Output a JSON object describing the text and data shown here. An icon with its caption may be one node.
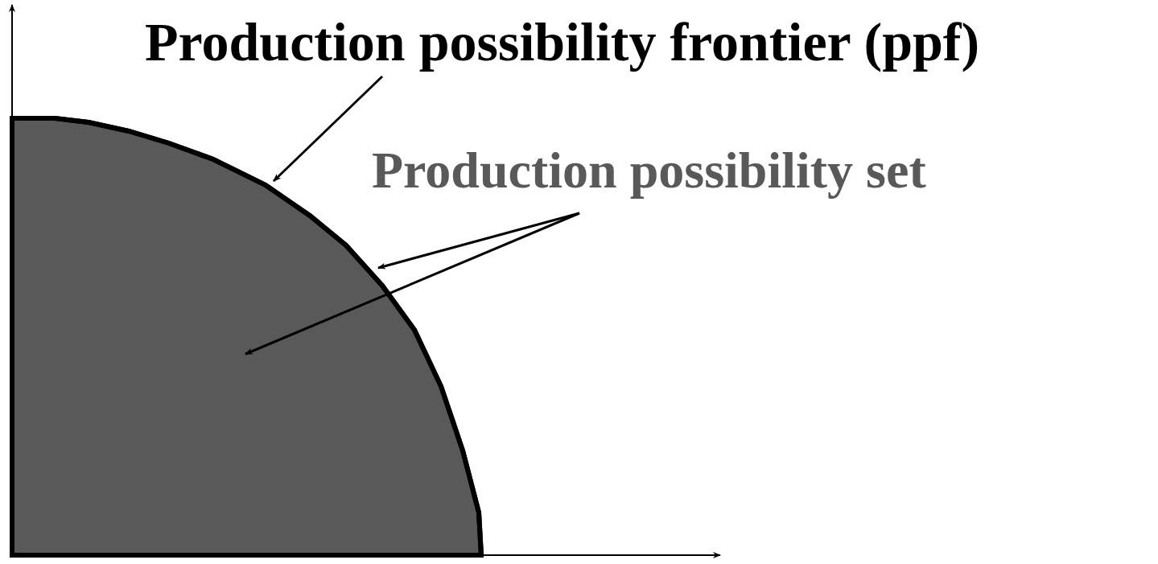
{
  "diagram": {
    "nodes": [
      {
        "text": [
          "Production possibility frontier (ppf)"
        ]
      },
      {
        "text": [
          "Production possibility set"
        ]
      },
      {
        "text": [],
        "shape": "curve"
      },
      {
        "text": [],
        "shape": "region"
      }
    ],
    "edges": [
      {
        "from": 0,
        "to": 2,
        "arrow": "to"
      },
      {
        "from": 1,
        "to": 2,
        "arrow": "to"
      },
      {
        "from": 1,
        "to": 3,
        "arrow": "to"
      }
    ]
  }
}
